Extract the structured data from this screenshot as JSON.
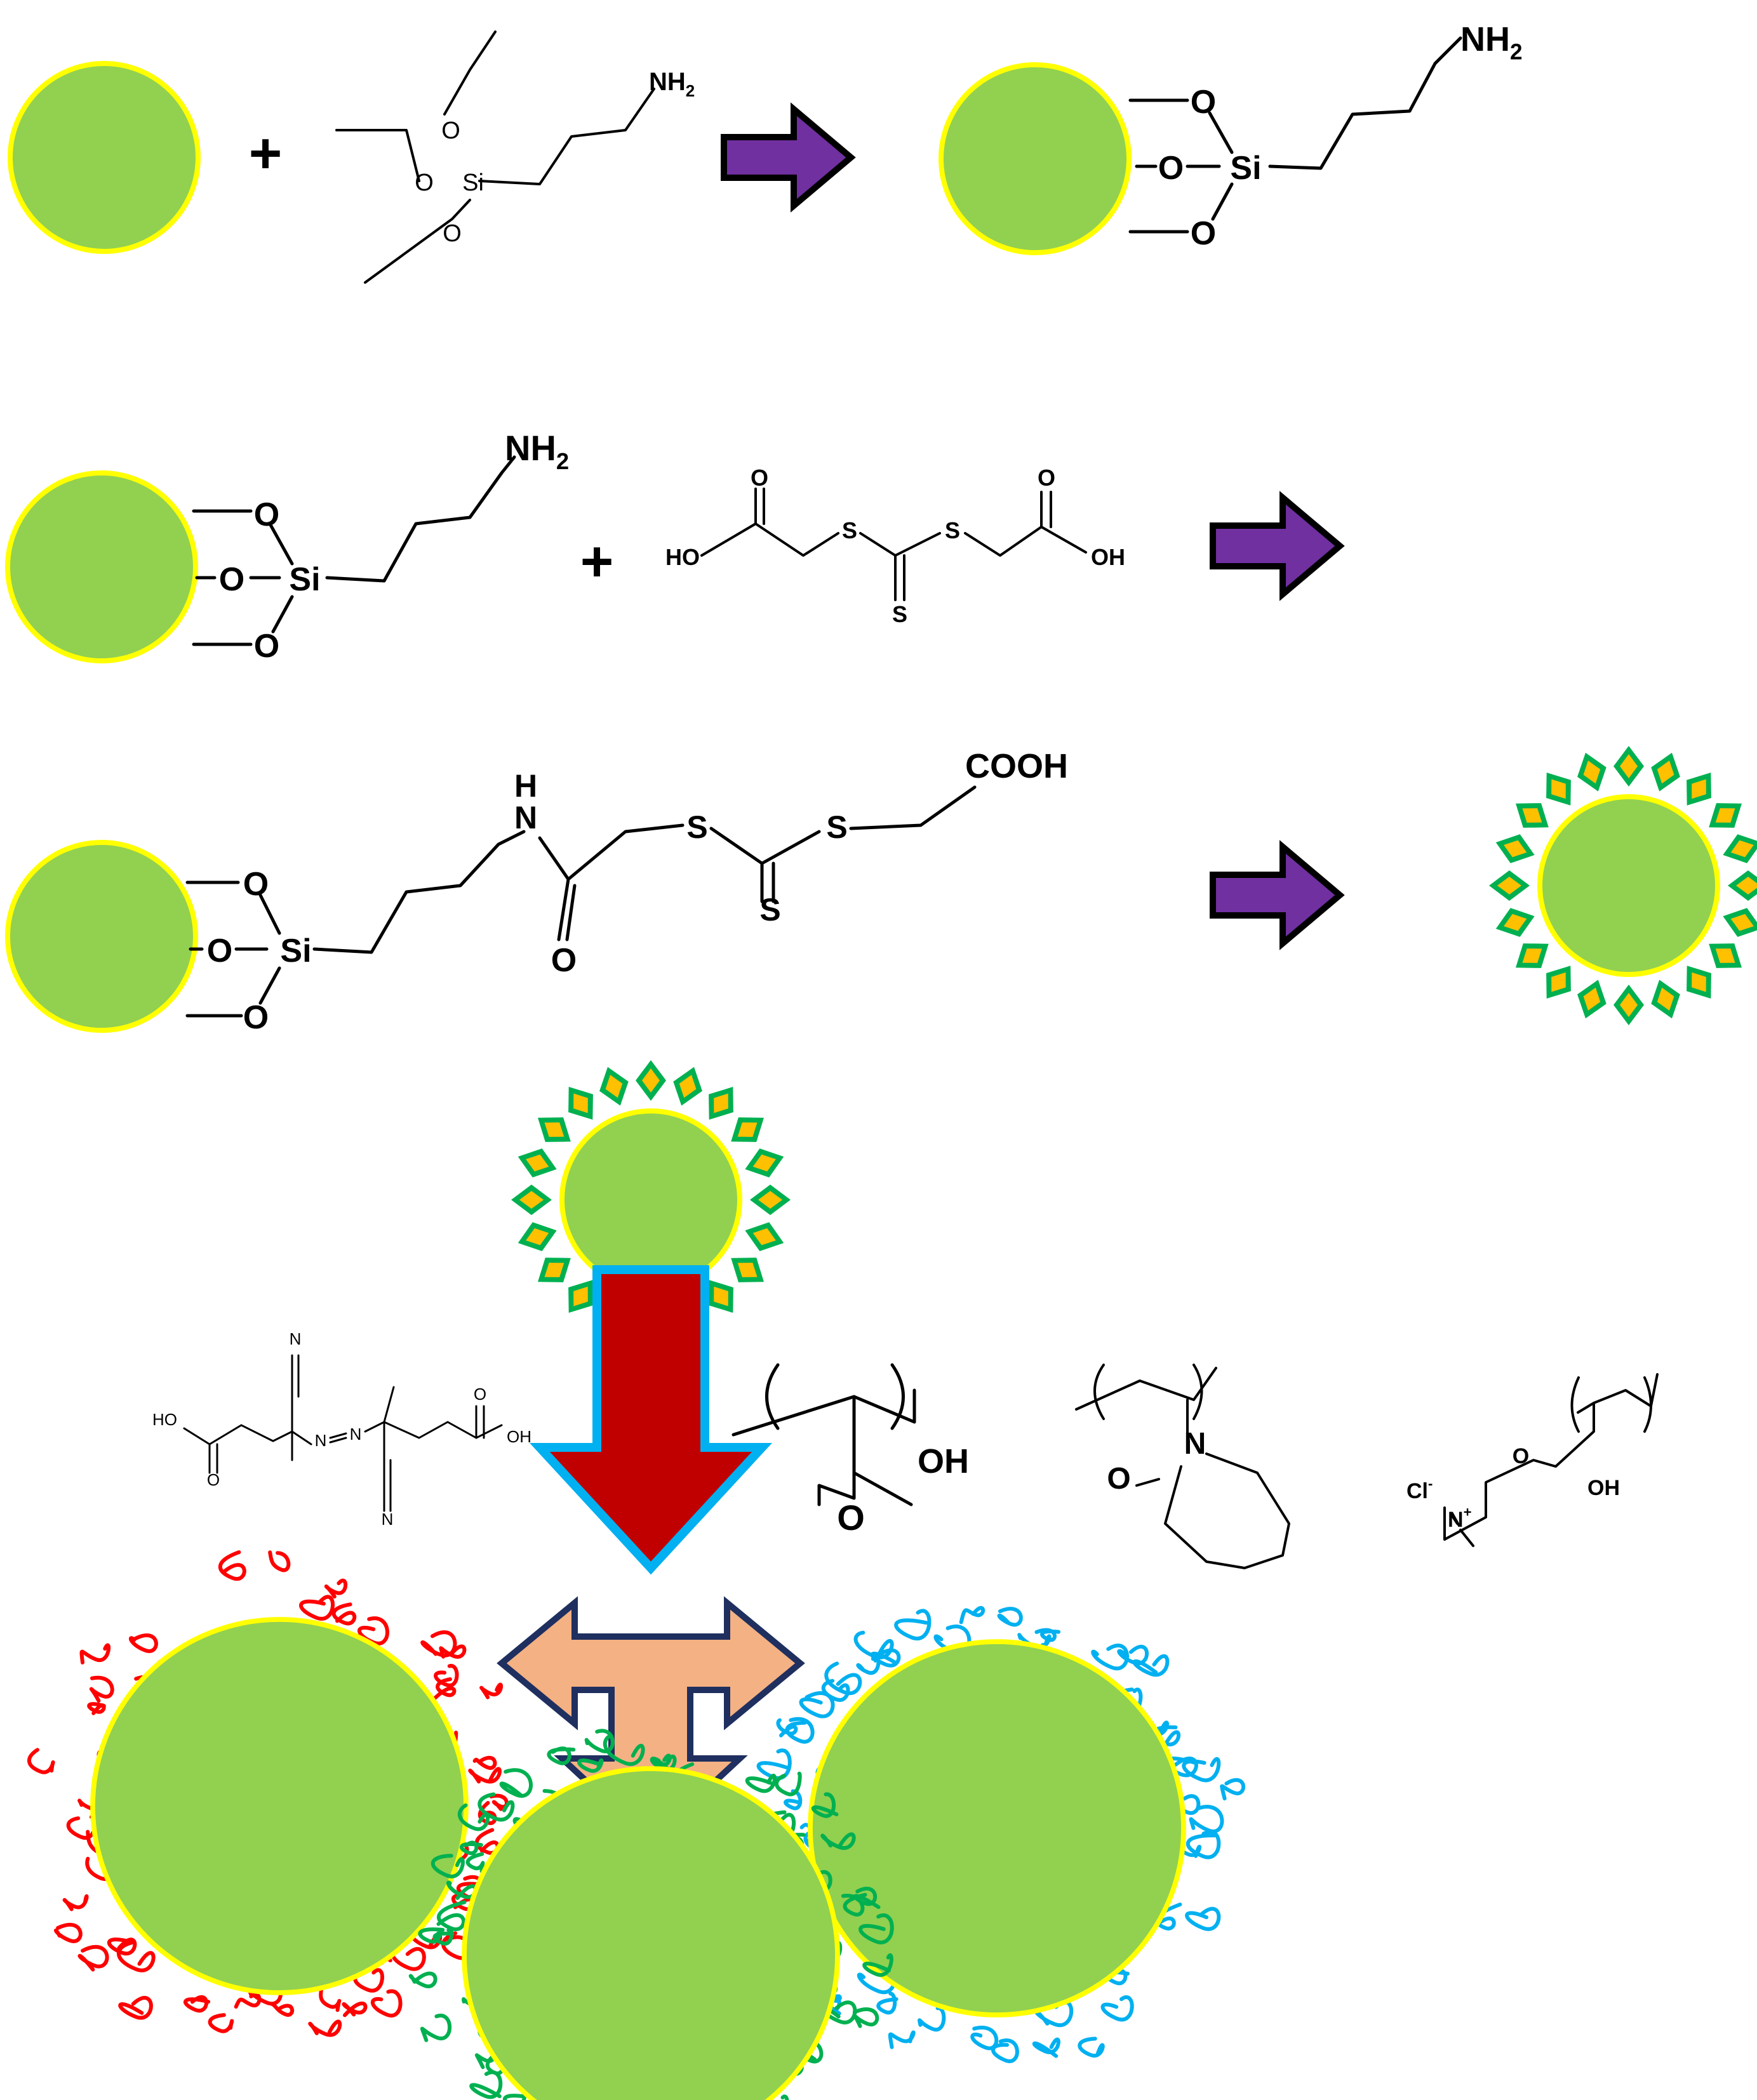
{
  "colors": {
    "particle_fill": "#92d050",
    "particle_rim": "#ffff00",
    "arrow_purple": "#7030a0",
    "arrow_red": "#c00000",
    "arrow_red_border": "#00b0f0",
    "arrow_peach": "#f4b183",
    "arrow_peach_border": "#1f2f5f",
    "raft_agent_outer": "#00b050",
    "raft_agent_inner": "#ffc000",
    "polymer_red": "#ff0000",
    "polymer_blue": "#00b0f0",
    "polymer_green": "#00b050"
  },
  "symbols": {
    "plus": "+"
  },
  "row1": {
    "aptes": {
      "nh2": "NH2",
      "o": "O",
      "si": "Si"
    },
    "product": {
      "nh2": "NH2",
      "o": "O",
      "si": "Si"
    }
  },
  "row2": {
    "left": {
      "nh2": "NH2",
      "o": "O",
      "si": "Si"
    },
    "raft_reagent": {
      "o": "O",
      "s": "S",
      "ho": "HO",
      "oh": "OH"
    }
  },
  "row3": {
    "product": {
      "h": "H",
      "n": "N",
      "o": "O",
      "si": "Si",
      "s": "S",
      "cooh": "COOH"
    }
  },
  "monomers": {
    "initiator": {
      "n": "N",
      "ho": "HO",
      "oh": "OH",
      "o": "O"
    },
    "acrylic_acid": {
      "oh": "OH",
      "o": "O"
    },
    "vinylcaprolactam": {
      "n": "N",
      "o": "O"
    },
    "cationic": {
      "cl": "Cl-",
      "n": "N+",
      "o": "O",
      "oh": "OH"
    }
  }
}
